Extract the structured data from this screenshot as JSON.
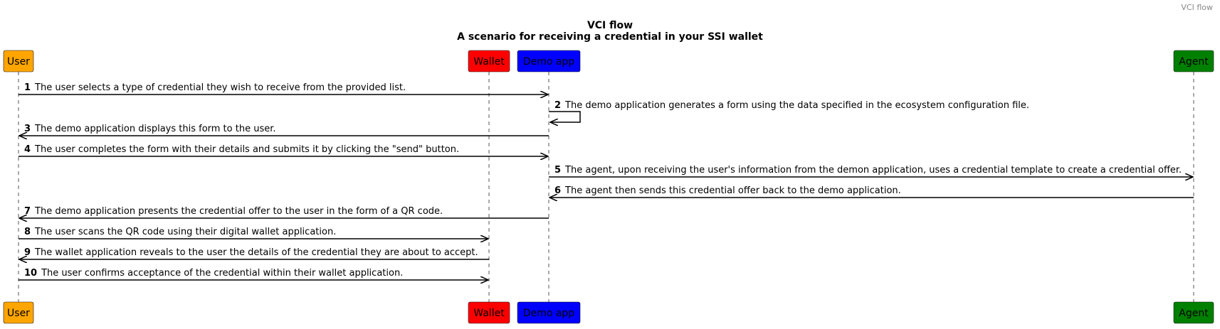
{
  "header_label": "VCI flow",
  "title": "VCI flow",
  "subtitle": "A scenario for receiving a credential in your SSI wallet",
  "participants": [
    {
      "id": "user",
      "label": "User",
      "color": "#FFA500"
    },
    {
      "id": "wallet",
      "label": "Wallet",
      "color": "#FF0000"
    },
    {
      "id": "demo",
      "label": "Demo app",
      "color": "#0000FF"
    },
    {
      "id": "agent",
      "label": "Agent",
      "color": "#008000"
    }
  ],
  "messages": [
    {
      "num": "1",
      "from": "user",
      "to": "demo",
      "text": "The user selects a type of credential they wish to receive from the provided list."
    },
    {
      "num": "2",
      "from": "demo",
      "to": "demo",
      "text": "The demo application generates a form using the data specified in the ecosystem configuration file."
    },
    {
      "num": "3",
      "from": "demo",
      "to": "user",
      "text": "The demo application displays this form to the user."
    },
    {
      "num": "4",
      "from": "user",
      "to": "demo",
      "text": "The user completes the form with their details and submits it by clicking the \"send\" button."
    },
    {
      "num": "5",
      "from": "demo",
      "to": "agent",
      "text": "The agent, upon receiving the user's information from the demon application, uses a credential template to create a credential offer."
    },
    {
      "num": "6",
      "from": "agent",
      "to": "demo",
      "text": "The agent then sends this credential offer back to the demo application."
    },
    {
      "num": "7",
      "from": "demo",
      "to": "user",
      "text": "The demo application presents the credential offer to the user in the form of a QR code."
    },
    {
      "num": "8",
      "from": "user",
      "to": "wallet",
      "text": "The user scans the QR code using their digital wallet application."
    },
    {
      "num": "9",
      "from": "wallet",
      "to": "user",
      "text": "The wallet application reveals to the user the details of the credential they are about to accept."
    },
    {
      "num": "10",
      "from": "user",
      "to": "wallet",
      "text": "The user confirms acceptance of the credential within their wallet application."
    }
  ]
}
